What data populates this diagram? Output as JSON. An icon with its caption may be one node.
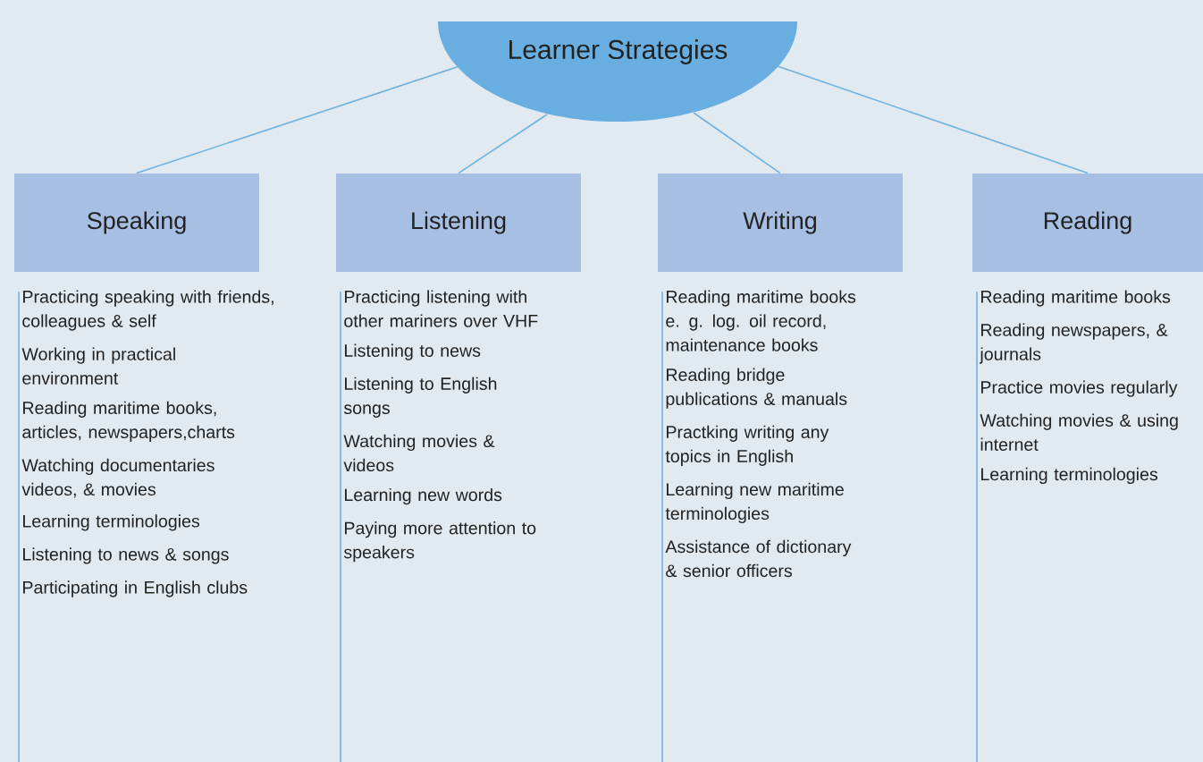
{
  "diagram": {
    "nodes": [
      {
        "text": [
          "Learner Strategies"
        ]
      },
      {
        "text": [
          "Speaking"
        ],
        "beside": [
          "Practicing speaking with friends, colleagues & self",
          "Working in practical environment",
          "Reading maritime books, articles, newspapers,charts",
          "Watching documentaries videos, & movies",
          "Learning terminologies",
          "Listening to news & songs",
          "Participating in English clubs"
        ]
      },
      {
        "text": [
          "Listening"
        ],
        "beside": [
          "Practicing listening with other mariners over VHF",
          "Listening to news",
          "Listening to English songs",
          "Watching movies & videos",
          "Learning new words",
          "Paying more attention to speakers"
        ]
      },
      {
        "text": [
          "Writing"
        ],
        "beside": [
          "Reading maritime books e. g. log. oil record, maintenance books",
          "Reading bridge publications & manuals",
          "Practking writing any topics in English",
          "Learning new maritime terminologies",
          "Assistance of dictionary & senior officers"
        ]
      },
      {
        "text": [
          "Reading"
        ],
        "beside": [
          "Reading maritime books",
          "Reading newspapers, & journals",
          "Practice movies regularly",
          "Watching movies & using internet",
          "Learning terminologies"
        ]
      }
    ],
    "edges": [
      {
        "from": 0,
        "to": 1,
        "arrow": "none"
      },
      {
        "from": 0,
        "to": 2,
        "arrow": "none"
      },
      {
        "from": 0,
        "to": 3,
        "arrow": "none"
      },
      {
        "from": 0,
        "to": 4,
        "arrow": "none"
      }
    ]
  }
}
